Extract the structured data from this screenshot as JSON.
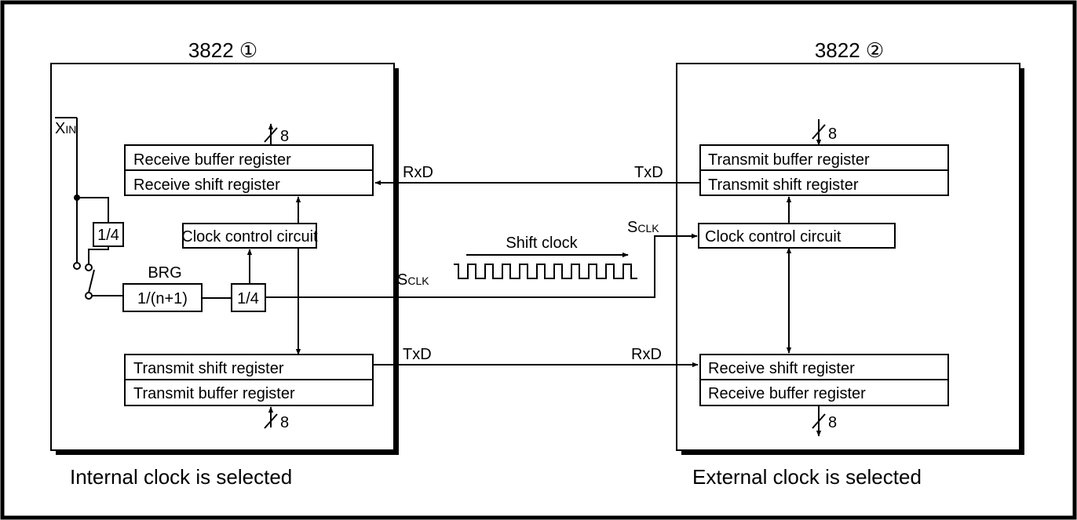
{
  "colors": {
    "line": "#000000",
    "background": "#ffffff"
  },
  "left": {
    "title": "3822 ①",
    "caption": "Internal clock is selected",
    "xin": "X",
    "xin_sub": "IN",
    "div_quarter_a": "1/4",
    "brg": "BRG",
    "brg_divider": "1/(n+1)",
    "div_quarter_b": "1/4",
    "clock_control": "Clock control circuit",
    "receive_buffer": "Receive buffer register",
    "receive_shift": "Receive shift register",
    "transmit_shift": "Transmit shift register",
    "transmit_buffer": "Transmit buffer register",
    "bus_top": "8",
    "bus_bottom": "8"
  },
  "right": {
    "title": "3822 ②",
    "caption": "External clock is selected",
    "transmit_buffer": "Transmit buffer register",
    "transmit_shift": "Transmit shift register",
    "clock_control": "Clock control circuit",
    "receive_shift": "Receive shift register",
    "receive_buffer": "Receive buffer register",
    "bus_top": "8",
    "bus_bottom": "8"
  },
  "signals": {
    "rxd_left": "RxD",
    "txd_right_top": "TxD",
    "sclk_left": "S",
    "sclk_left_sub": "CLK",
    "sclk_right": "S",
    "sclk_right_sub": "CLK",
    "shift_clock": "Shift clock",
    "txd_left_bottom": "TxD",
    "rxd_right_bottom": "RxD"
  }
}
